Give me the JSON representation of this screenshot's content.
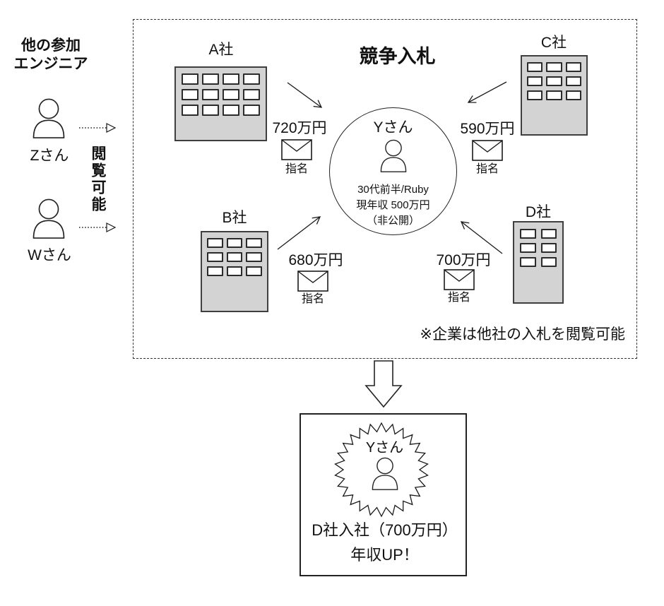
{
  "colors": {
    "background": "#ffffff",
    "building_fill": "#d3d3d3",
    "building_border": "#3f3f3f",
    "line": "#1a1a1a",
    "text": "#111111"
  },
  "left_panel": {
    "title": "他の参加\nエンジニア",
    "view_label": "閲覧可能",
    "engineers": [
      {
        "name": "Zさん"
      },
      {
        "name": "Wさん"
      }
    ]
  },
  "bidding_box": {
    "title": "競争入札",
    "note": "※企業は他社の入札を閲覧可能",
    "candidate": {
      "name": "Yさん",
      "profile": [
        "30代前半/Ruby",
        "現年収 500万円",
        "（非公開）"
      ]
    },
    "companies": [
      {
        "name": "A社",
        "bid": "720万円",
        "tag": "指名"
      },
      {
        "name": "B社",
        "bid": "680万円",
        "tag": "指名"
      },
      {
        "name": "C社",
        "bid": "590万円",
        "tag": "指名"
      },
      {
        "name": "D社",
        "bid": "700万円",
        "tag": "指名"
      }
    ]
  },
  "result_box": {
    "name": "Yさん",
    "outcome": "D社入社（700万円）",
    "message": "年収UP！"
  },
  "icons": {
    "person-icon": "head-and-shoulders silhouette (SVG shape)",
    "envelope-icon": "mail envelope (SVG shape)",
    "starburst-icon": "zigzag burst seal (SVG polygon)",
    "down-block-arrow-icon": "hollow block arrow pointing down",
    "bid-arrow-icon": "thin line with open V head",
    "dotted-arrow-icon": "dotted line with hollow triangle head"
  }
}
